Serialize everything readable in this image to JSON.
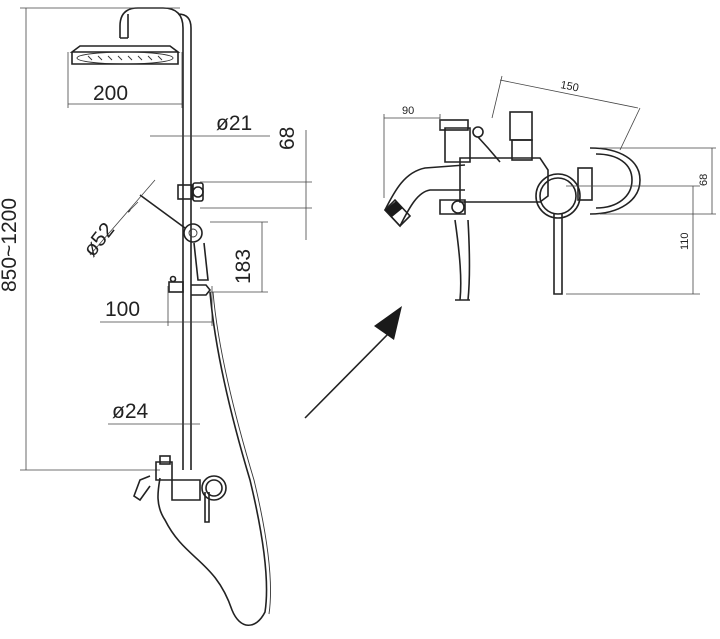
{
  "dimensions": {
    "total_height": "850~1200",
    "head_diameter": "200",
    "pipe_upper_diameter": "ø21",
    "holder_spacing": "68",
    "hand_shower_diameter": "ø52",
    "hand_height": "183",
    "bracket_offset": "100",
    "pipe_lower_diameter": "ø24",
    "mixer_depth": "90",
    "mixer_width": "150",
    "inlet_height": "68",
    "lever_height": "110"
  }
}
